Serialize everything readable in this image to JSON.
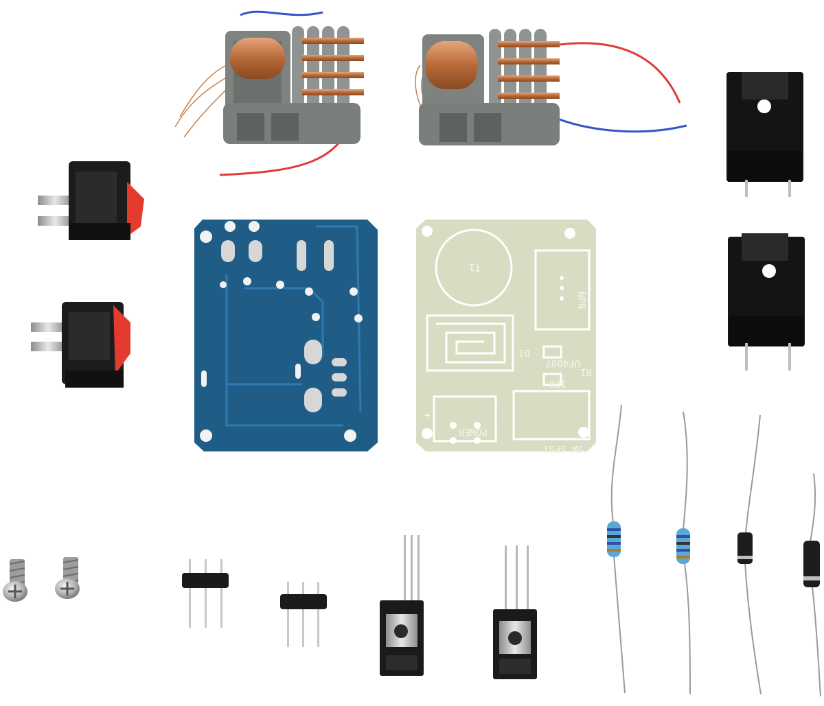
{
  "scene": {
    "background": "#ffffff",
    "colors": {
      "copper": "#c7804a",
      "bobbin_gray": "#8a8f8c",
      "wire_red": "#e03a3a",
      "wire_blue": "#3553c9",
      "pcb_blue": "#1f5d86",
      "pcb_cream": "#d8dcc2",
      "switch_red": "#e33b2e",
      "heatsink_black": "#141414"
    },
    "pcb_silkscreen": {
      "t1": "T1",
      "npn": "NPN",
      "d1": "D1",
      "uf4007": "UF4007",
      "r1": "R1",
      "r_value": "120",
      "power": "POWER",
      "sw_spst": "SW SPST",
      "plus": "+",
      "minus": "-"
    }
  }
}
